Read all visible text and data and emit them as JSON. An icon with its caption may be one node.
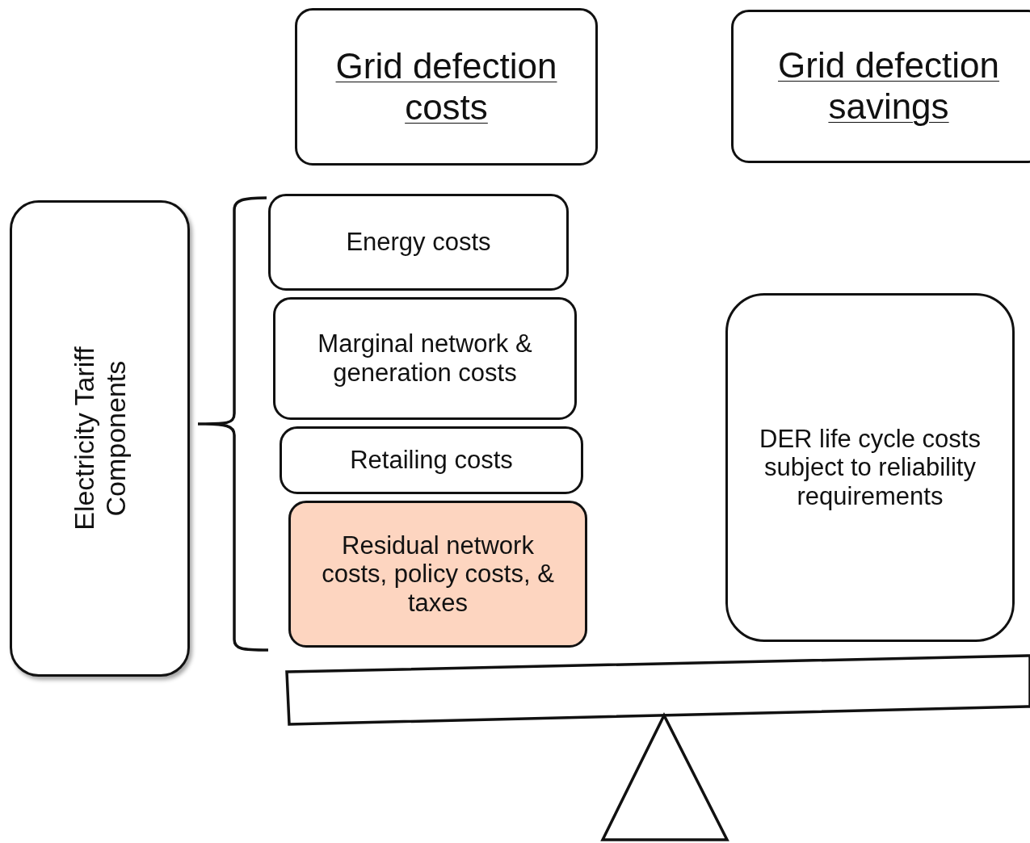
{
  "diagram": {
    "nodes": [
      {
        "text": [
          "Grid defection costs"
        ]
      },
      {
        "text": [
          "Grid defection savings"
        ]
      },
      {
        "text": [
          "Electricity Tariff Components"
        ]
      },
      {
        "text": [
          "Energy costs"
        ]
      },
      {
        "text": [
          "Marginal network & generation costs"
        ]
      },
      {
        "text": [
          "Retailing costs"
        ]
      },
      {
        "text": [
          "Residual network costs, policy costs, & taxes"
        ]
      },
      {
        "text": [
          "DER life cycle costs subject to reliability requirements"
        ]
      }
    ]
  }
}
